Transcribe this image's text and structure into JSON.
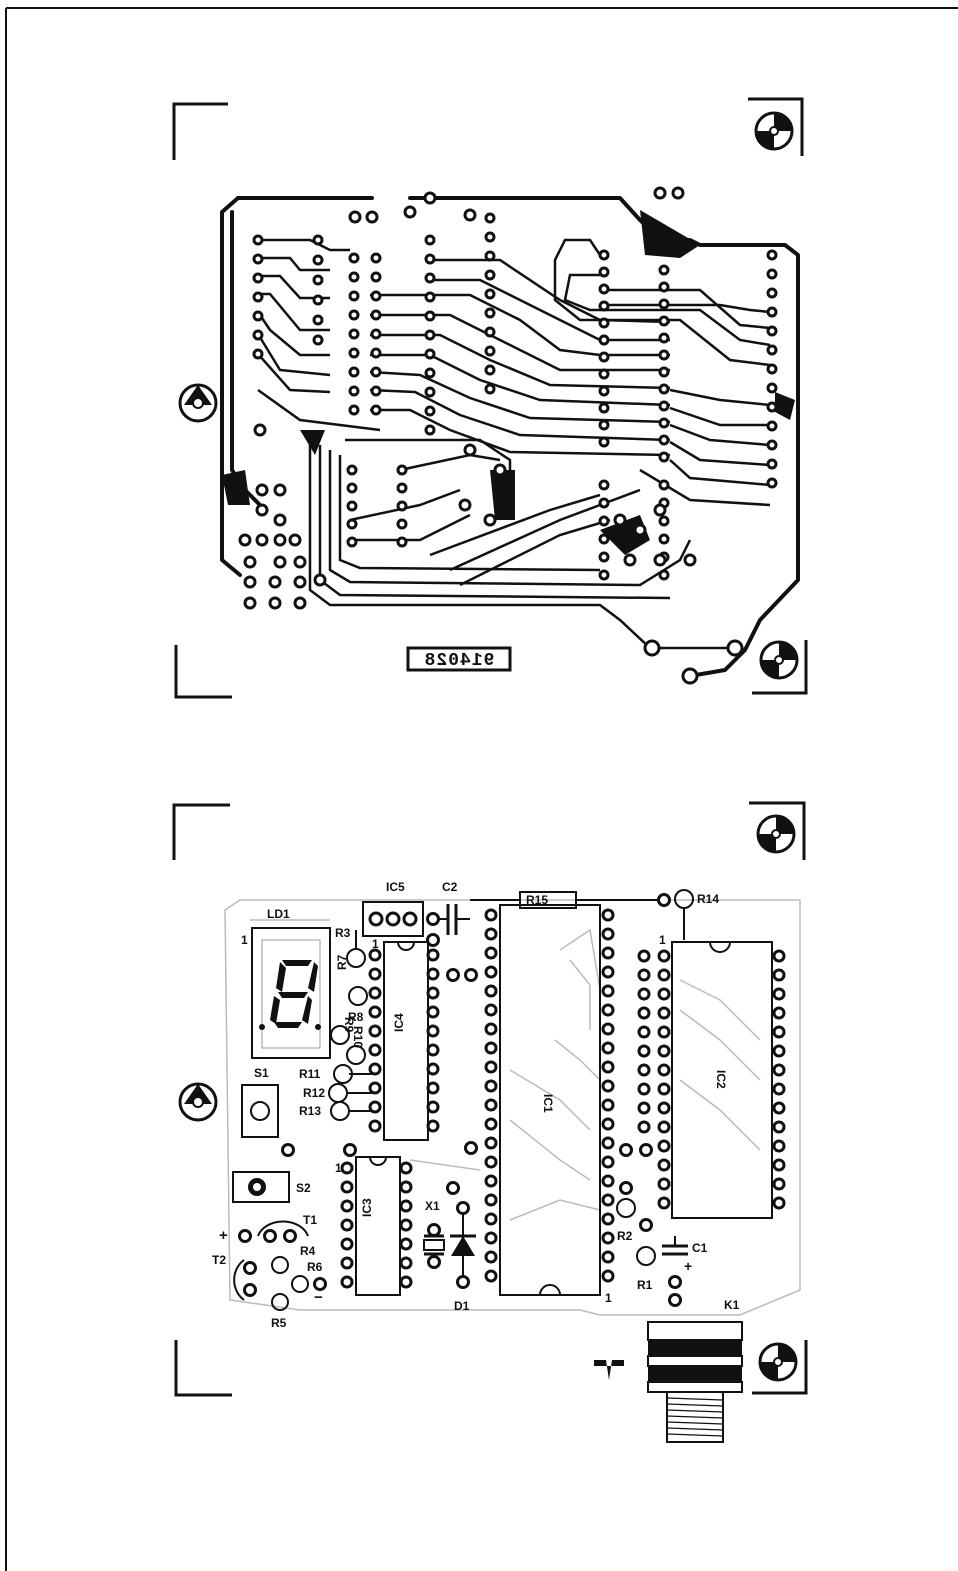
{
  "pcb_code": "914028",
  "parts": {
    "ld1": "LD1",
    "ld1_pin1": "1",
    "ic5": "IC5",
    "c2": "C2",
    "r15": "R15",
    "r14": "R14",
    "r3": "R3",
    "r7": "R7",
    "r8": "R8",
    "r9": "R9",
    "r10": "R10",
    "r11": "R11",
    "r12": "R12",
    "r13": "R13",
    "ic4": "IC4",
    "ic4_pin1": "1",
    "ic1": "IC1",
    "ic1_pin1": "1",
    "ic2": "IC2",
    "ic2_pin1": "1",
    "s1": "S1",
    "s2": "S2",
    "ic3": "IC3",
    "ic3_pin1": "1",
    "x1": "X1",
    "t1": "T1",
    "t2": "T2",
    "r4": "R4",
    "r6": "R6",
    "r5": "R5",
    "d1": "D1",
    "r2": "R2",
    "r1": "R1",
    "c1": "C1",
    "k1": "K1",
    "plus_left": "+",
    "minus": "−",
    "plus_c1": "+"
  }
}
